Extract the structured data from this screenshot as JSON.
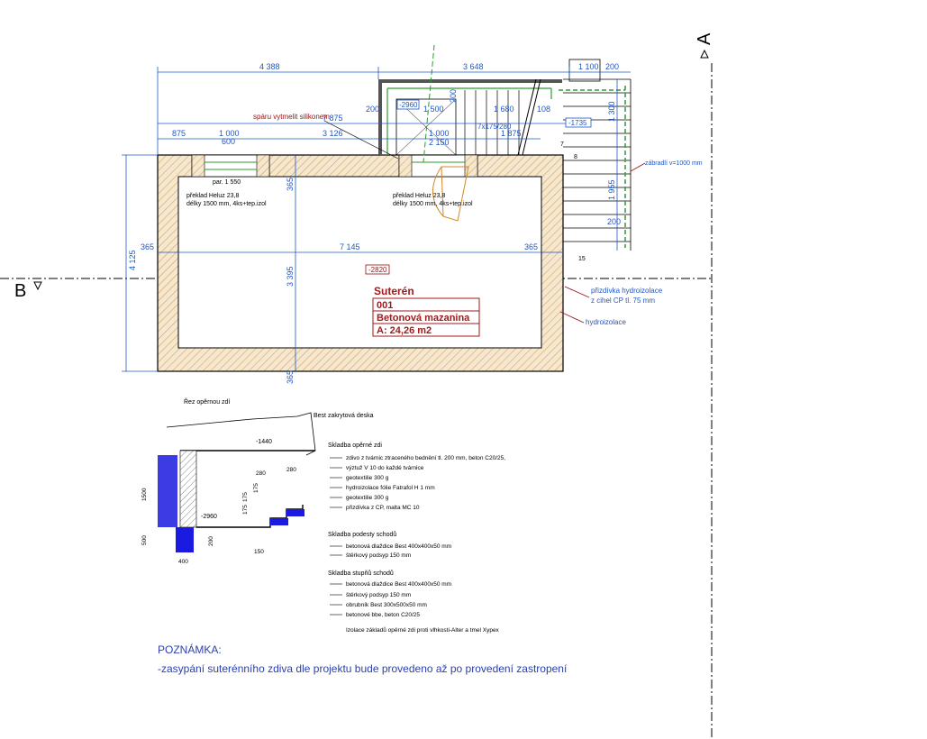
{
  "section_marks": {
    "a": "A",
    "b": "B"
  },
  "plan_dims": {
    "top_row1": [
      "4 388",
      "3 648",
      "1 100",
      "200"
    ],
    "top_row2": [
      "875",
      "1 000",
      "600",
      "3 126",
      "7 875",
      "200",
      "1 500",
      "200",
      "1 680",
      "108"
    ],
    "top_row3": [
      "1 000",
      "1 875",
      "2 150"
    ],
    "left_height": "4 125",
    "inner": [
      "365",
      "7 145",
      "365",
      "365",
      "3 395",
      "365"
    ],
    "right_stairs": [
      "1 300",
      "1 955",
      "200",
      "15",
      "8",
      "7"
    ],
    "stair_spec": "7x175/280"
  },
  "levels": [
    "-2960",
    "-1735",
    "-2820"
  ],
  "labels": {
    "sparu": "spáru vytmelit silikonem",
    "par": "par. 1 550",
    "lintel_l1": "překlad Heluz 23,8",
    "lintel_l2": "délky 1500 mm, 4ks+tep.izol",
    "lintel_r1": "překlad Heluz 23,8",
    "lintel_r2": "délky 1500 mm, 4ks+tep.izol",
    "zabradli": "zábradlí v=1000 mm",
    "pristizka1": "přizdívka hydroizolace",
    "pristizka2": "z cihel CP tl. 75 mm",
    "hydroizolace": "hydroizolace"
  },
  "room": {
    "name": "Suterén",
    "number": "001",
    "floor": "Betonová mazanina",
    "area": "A:  24,26 m2"
  },
  "detail": {
    "title": "Řez opěrnou zdí",
    "top_label": "Best zakrytová deska",
    "level": "-1440",
    "level2": "-2960",
    "dims": [
      "1500",
      "500",
      "400",
      "200",
      "150",
      "280",
      "280",
      "175",
      "175",
      "175"
    ],
    "sklad_title": "Skladba opěrné zdi",
    "sklad": [
      "zdivo z tvárnic ztraceného bednění tl. 200 mm, beton C20/25,",
      "výztuž V 10 do každé tvárnice",
      "geotextilie 300 g",
      "hydroizolace fólie Fatrafol H 1 mm",
      "geotextilie 300 g",
      "přizdívka z CP, malta MC 10"
    ],
    "podesta_title": "Skladba podesty schodů",
    "podesta": [
      "betonová dlaždice Best 400x400x50 mm",
      "štěrkový podsyp 150 mm"
    ],
    "stupne_title": "Skladba stupňů schodů",
    "stupne": [
      "betonová dlaždice Best 400x400x50 mm",
      "štěrkový podsyp 150 mm",
      "obrubník Best 300x500x50 mm",
      "betonové bbe, beton C20/25"
    ],
    "izolace": "Izolace základů opěrné zdi proti vlhkosti-Alter a tmel Xypex"
  },
  "note": {
    "title": "POZNÁMKA:",
    "text": "-zasypání suterénního zdiva dle projektu bude provedeno až po provedení zastropení"
  },
  "colors": {
    "dim": "#1f56c8",
    "wall": "#9a1010",
    "hatch": "#d9a96a",
    "green": "#2e9a2e",
    "room_red": "#a21a1a",
    "detail_blue": "#1a1ae0"
  }
}
